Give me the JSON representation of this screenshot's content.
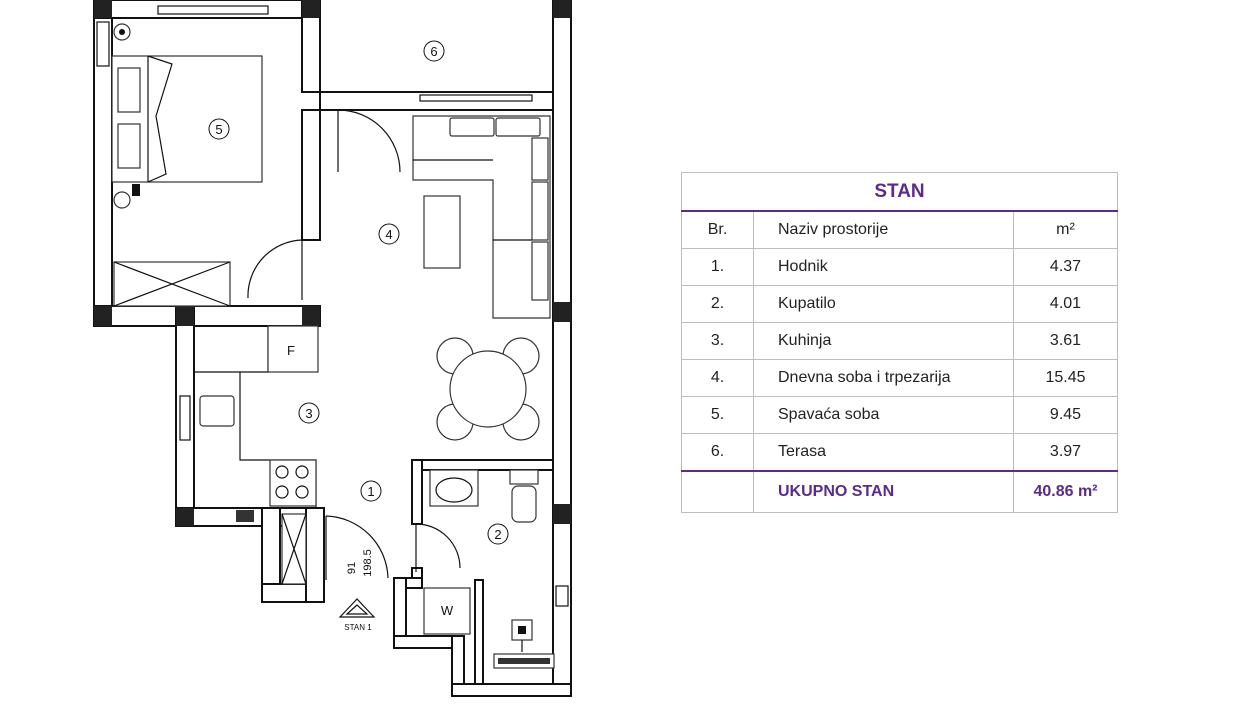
{
  "plan": {
    "room_markers": [
      "1",
      "2",
      "3",
      "4",
      "5",
      "6"
    ],
    "fixture_labels": {
      "fridge": "F",
      "washer": "W"
    },
    "dimensions": {
      "door_width": "91",
      "door_height": "198.5"
    },
    "entrance_label": "STAN 1"
  },
  "table": {
    "title": "STAN",
    "headers": {
      "no": "Br.",
      "name": "Naziv prostorije",
      "area": "m²"
    },
    "rows": [
      {
        "no": "1.",
        "name": "Hodnik",
        "area": "4.37"
      },
      {
        "no": "2.",
        "name": "Kupatilo",
        "area": "4.01"
      },
      {
        "no": "3.",
        "name": "Kuhinja",
        "area": "3.61"
      },
      {
        "no": "4.",
        "name": "Dnevna soba i trpezarija",
        "area": "15.45"
      },
      {
        "no": "5.",
        "name": "Spavaća soba",
        "area": "9.45"
      },
      {
        "no": "6.",
        "name": "Terasa",
        "area": "3.97"
      }
    ],
    "total": {
      "label": "UKUPNO STAN",
      "value": "40.86 m²"
    }
  },
  "colors": {
    "accent": "#5b2a8a",
    "walls": "#111111",
    "grid": "#bdbdbd"
  }
}
